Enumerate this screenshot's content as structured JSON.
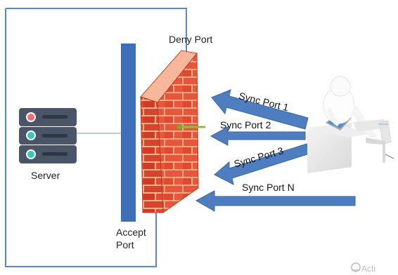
{
  "labels": {
    "deny_port": "Deny Port",
    "server": "Server",
    "accept_port_line1": "Accept",
    "accept_port_line2": "Port",
    "sync_port_1": "Sync Port 1",
    "sync_port_2": "Sync Port 2",
    "sync_port_3": "Sync Port 3",
    "sync_port_n": "Sync Port N",
    "watermark": "Acti"
  },
  "colors": {
    "border_blue": "#5b86c5",
    "arrow_fill": "#4f7ec0",
    "arrow_stroke": "#3a65a3",
    "accept_bar": "#3f6fb8",
    "brick": "#d9432b",
    "mortar": "#f2b48f",
    "server_body": "#4a5568"
  }
}
